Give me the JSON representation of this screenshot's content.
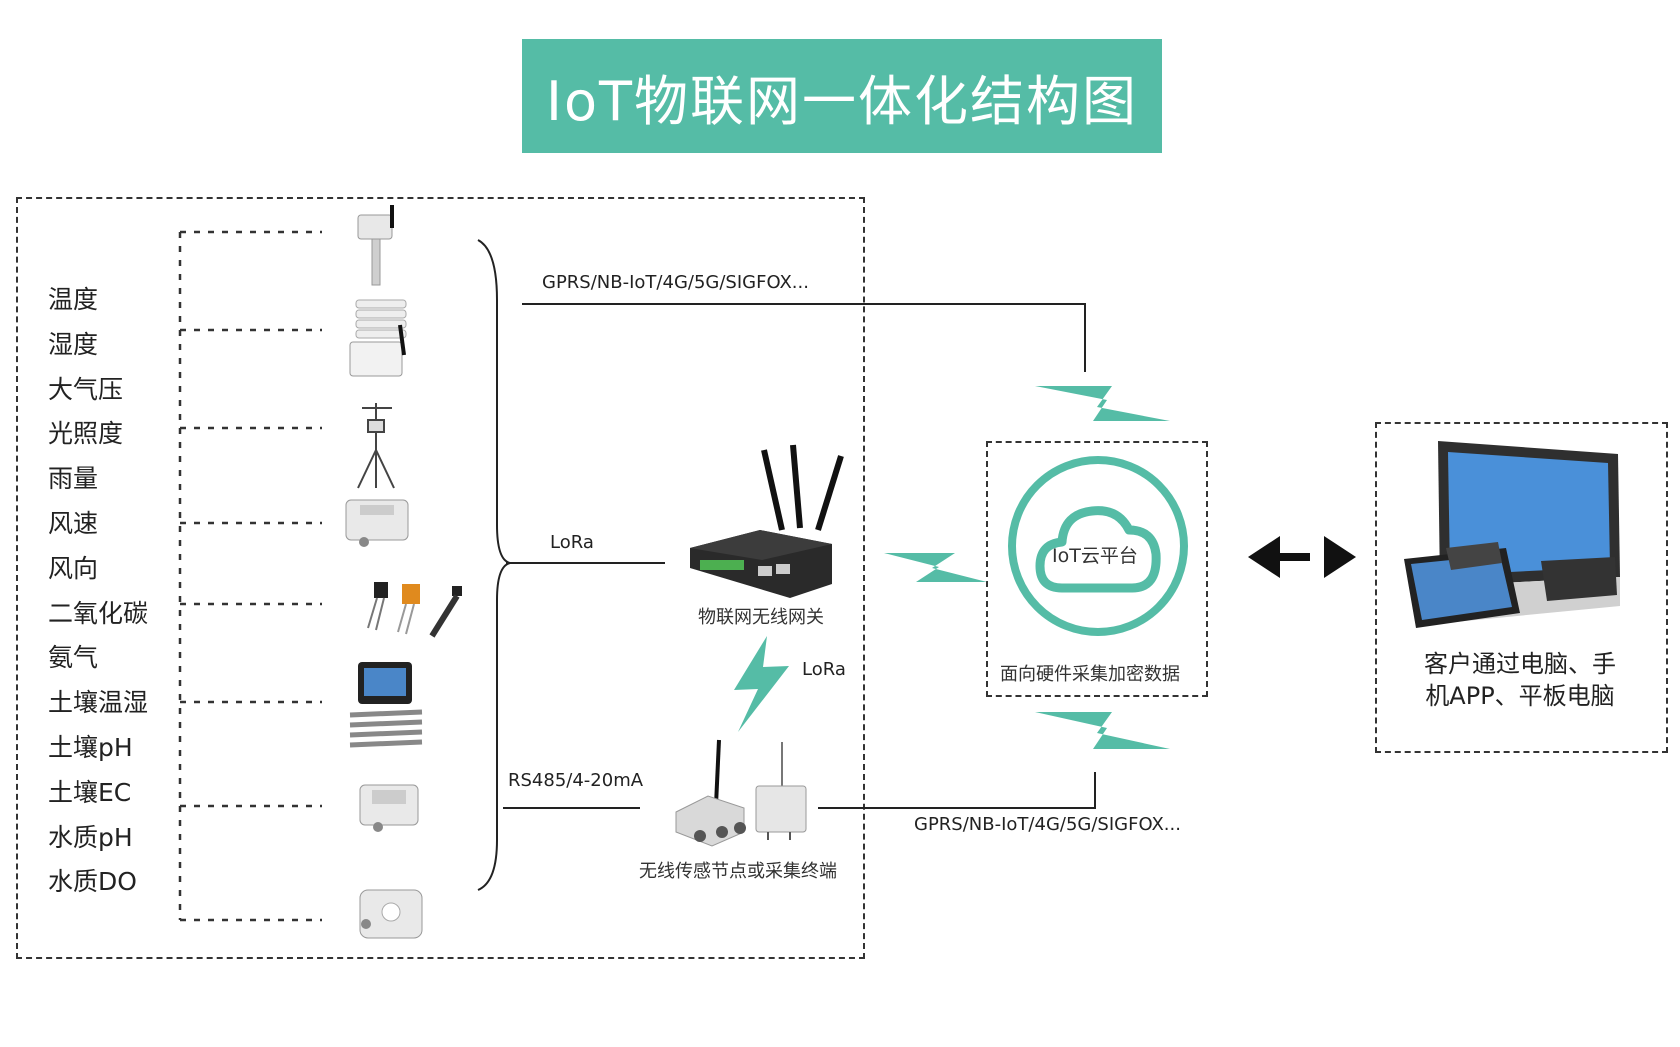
{
  "title": "IoT物联网一体化结构图",
  "parameters": [
    "温度",
    "湿度",
    "大气压",
    "光照度",
    "雨量",
    "风速",
    "风向",
    "二氧化碳",
    "氨气",
    "土壤温湿",
    "土壤pH",
    "土壤EC",
    "水质pH",
    "水质DO"
  ],
  "links": {
    "top": "GPRS/NB-IoT/4G/5G/SIGFOX...",
    "lora_left": "LoRa",
    "lora_vertical": "LoRa",
    "rs485": "RS485/4-20mA",
    "bottom": "GPRS/NB-IoT/4G/5G/SIGFOX..."
  },
  "devices": {
    "gateway": "物联网无线网关",
    "node": "无线传感节点或采集终端"
  },
  "cloud": {
    "name": "IoT云平台",
    "caption": "面向硬件采集加密数据"
  },
  "client": {
    "line1": "客户通过电脑、手",
    "line2": "机APP、平板电脑"
  },
  "colors": {
    "accent": "#55bca6",
    "line": "#222222"
  }
}
